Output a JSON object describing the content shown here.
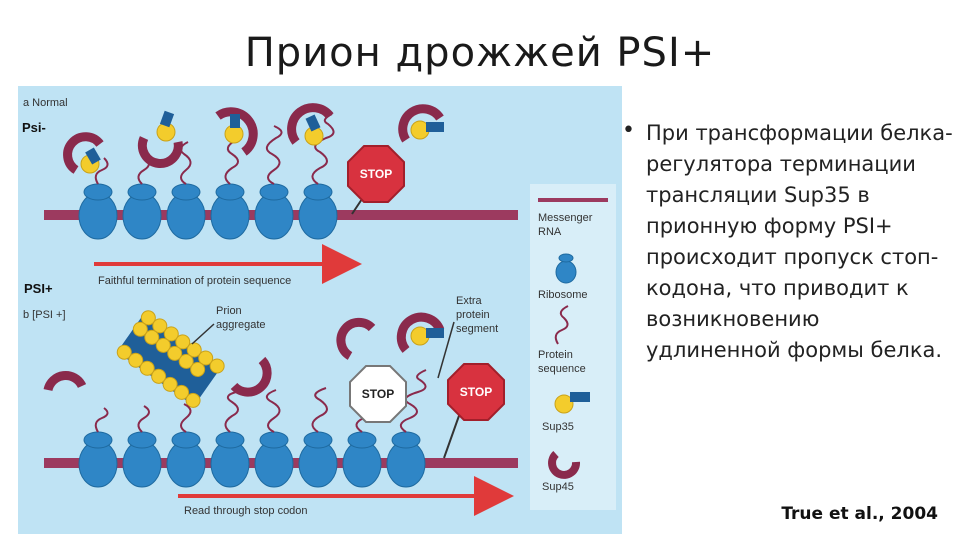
{
  "title": "Прион дрожжей PSI+",
  "figure": {
    "panel_a_label": "a Normal",
    "psi_minus_label": "Psi-",
    "psi_plus_label": "PSI+",
    "panel_b_label": "b [PSI +]",
    "stop_sign": "STOP",
    "arrow_a_label": "Faithful termination of protein sequence",
    "arrow_b_label": "Read through stop codon",
    "prion_aggregate_label": [
      "Prion",
      "aggregate"
    ],
    "extra_segment_label": [
      "Extra",
      "protein",
      "segment"
    ],
    "legend": {
      "mrna": [
        "Messenger",
        "RNA"
      ],
      "ribosome": "Ribosome",
      "protein": [
        "Protein",
        "sequence"
      ],
      "sup35": "Sup35",
      "sup45": "Sup45"
    },
    "colors": {
      "background": "#bfe3f4",
      "ribosome": "#2f86c6",
      "mrna": "#9c3a5f",
      "arrow": "#e03a3a",
      "sup35_yellow": "#f3cc2c",
      "sup35_blue": "#1f5f99",
      "sup45": "#8a2a4c",
      "stop_red": "#d8323f"
    }
  },
  "bullet": "При трансформации белка-регулятора терминации трансляции Sup35 в прионную форму PSI+ происходит пропуск стоп-кодона, что приводит к возникновению удлиненной формы белка.",
  "citation": "True et al., 2004"
}
